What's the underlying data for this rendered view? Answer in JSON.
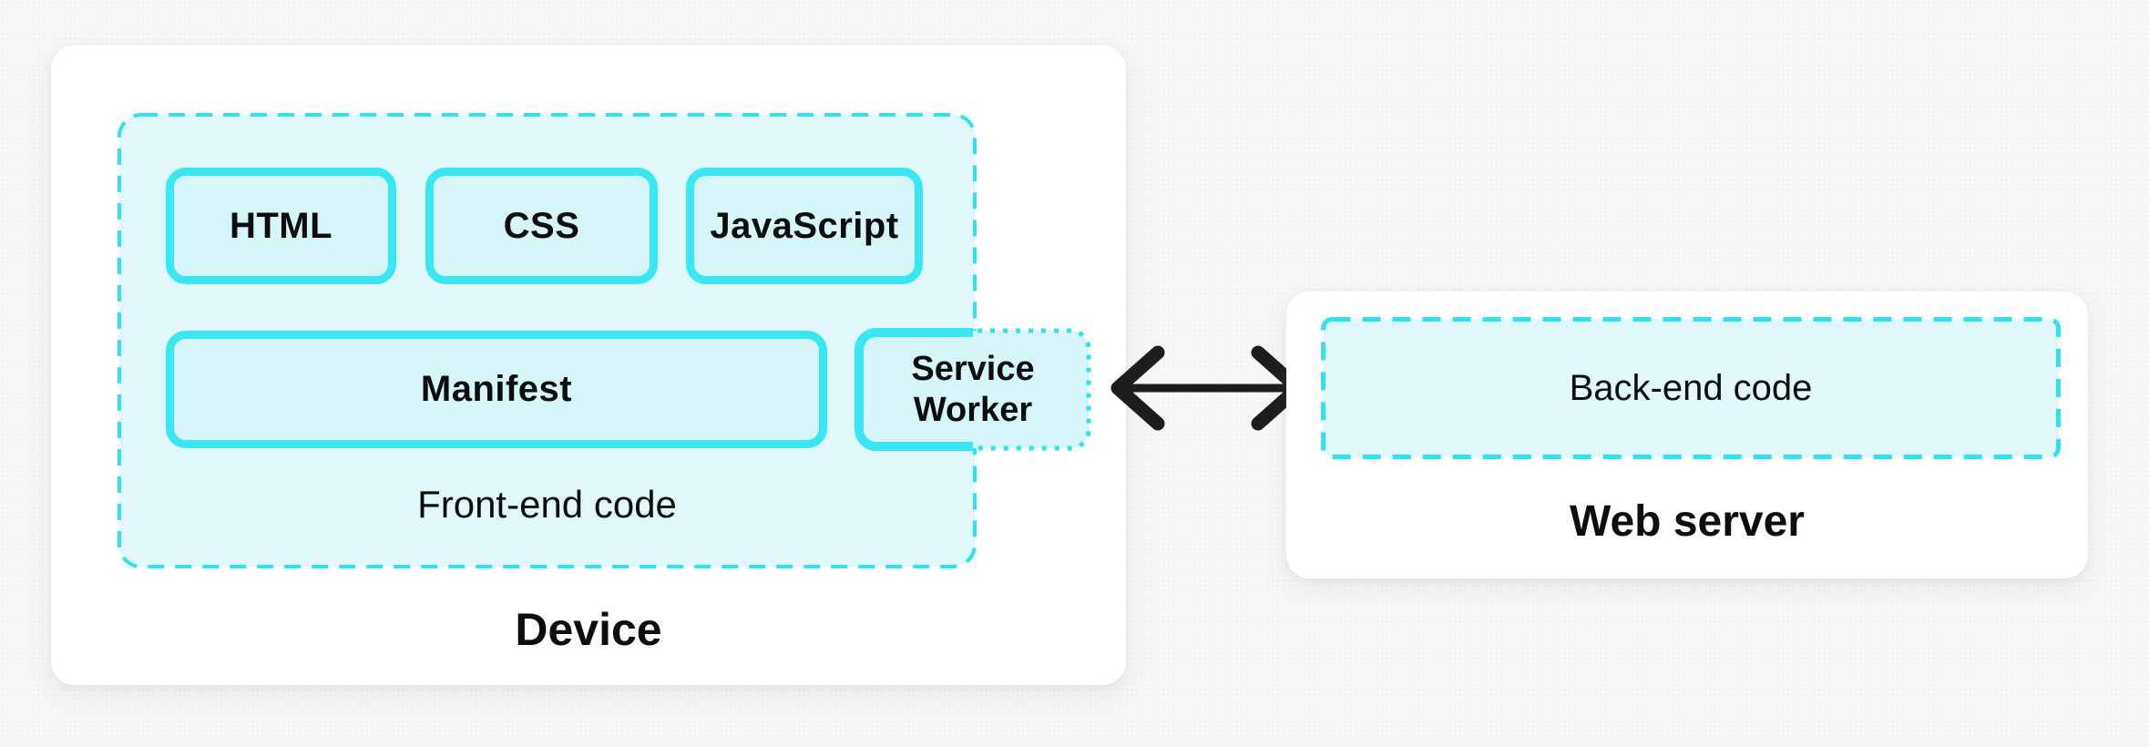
{
  "palette": {
    "page_background": "#f6f7f7",
    "panel_background": "#ffffff",
    "cyan_solid_border": "#38e7f2",
    "cyan_dashed_border": "#2de3f0",
    "box_fill": "#d6f5f9",
    "container_fill": "#e0f8fb",
    "text": "#0d0d0d",
    "arrow": "#1d1d1d"
  },
  "device": {
    "label": "Device",
    "frontend": {
      "label": "Front-end code",
      "row1": [
        {
          "label": "HTML"
        },
        {
          "label": "CSS"
        },
        {
          "label": "JavaScript"
        }
      ],
      "row2": [
        {
          "label": "Manifest"
        },
        {
          "label": "Service Worker"
        }
      ]
    }
  },
  "connection": {
    "type": "double-headed-arrow",
    "direction": "horizontal"
  },
  "server": {
    "label": "Web server",
    "backend": {
      "label": "Back-end code"
    }
  }
}
